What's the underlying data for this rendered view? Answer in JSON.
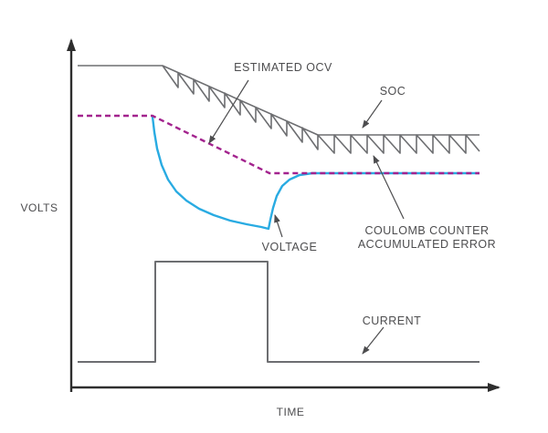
{
  "colors": {
    "axis": "#2e2e2e",
    "gray": "#6d6e71",
    "cyan": "#29abe2",
    "magenta": "#a3238e",
    "text": "#4d4d4f"
  },
  "axes": {
    "y_label": "VOLTS",
    "x_label": "TIME"
  },
  "chart_data": {
    "type": "line",
    "title": "",
    "xlabel": "TIME",
    "ylabel": "VOLTS",
    "x_ticks": [],
    "y_ticks": [],
    "point_space": "screen-pixels",
    "series": [
      {
        "id": "soc-envelope",
        "name": "SOC",
        "color": "gray",
        "width": 1.6,
        "points": [
          [
            85,
            72
          ],
          [
            178,
            72
          ],
          [
            348,
            148
          ],
          [
            525,
            148
          ]
        ]
      },
      {
        "id": "soc-sawtooth",
        "name": "SOC coulomb-counter sawtooth",
        "color": "gray",
        "width": 1.6,
        "points": [
          [
            178,
            72
          ],
          [
            195,
            96
          ],
          [
            195,
            80
          ],
          [
            212,
            103
          ],
          [
            212,
            87
          ],
          [
            229,
            111
          ],
          [
            229,
            95
          ],
          [
            246,
            118
          ],
          [
            246,
            102
          ],
          [
            263,
            126
          ],
          [
            263,
            110
          ],
          [
            280,
            134
          ],
          [
            280,
            118
          ],
          [
            297,
            141
          ],
          [
            297,
            125
          ],
          [
            314,
            149
          ],
          [
            314,
            133
          ],
          [
            331,
            156
          ],
          [
            331,
            140
          ],
          [
            348,
            164
          ],
          [
            348,
            148
          ],
          [
            366,
            168
          ],
          [
            366,
            148
          ],
          [
            384,
            168
          ],
          [
            384,
            148
          ],
          [
            402,
            168
          ],
          [
            402,
            148
          ],
          [
            420,
            168
          ],
          [
            420,
            148
          ],
          [
            438,
            168
          ],
          [
            438,
            148
          ],
          [
            456,
            168
          ],
          [
            456,
            148
          ],
          [
            474,
            168
          ],
          [
            474,
            148
          ],
          [
            492,
            168
          ],
          [
            492,
            148
          ],
          [
            510,
            168
          ],
          [
            510,
            148
          ],
          [
            525,
            166
          ]
        ]
      },
      {
        "id": "current",
        "name": "CURRENT",
        "color": "gray",
        "width": 2,
        "points": [
          [
            85,
            397
          ],
          [
            170,
            397
          ],
          [
            170,
            287
          ],
          [
            293,
            287
          ],
          [
            293,
            397
          ],
          [
            525,
            397
          ]
        ]
      },
      {
        "id": "voltage",
        "name": "VOLTAGE",
        "color": "cyan",
        "width": 2.4,
        "points": [
          [
            167,
            128
          ],
          [
            169,
            145
          ],
          [
            172,
            163
          ],
          [
            177,
            181
          ],
          [
            184,
            197
          ],
          [
            193,
            210
          ],
          [
            204,
            220
          ],
          [
            218,
            229
          ],
          [
            234,
            236
          ],
          [
            252,
            242
          ],
          [
            270,
            246
          ],
          [
            286,
            249
          ],
          [
            294,
            251
          ],
          [
            296,
            241
          ],
          [
            299,
            228
          ],
          [
            303,
            215
          ],
          [
            309,
            204
          ],
          [
            317,
            197
          ],
          [
            328,
            192
          ],
          [
            342,
            190
          ],
          [
            525,
            190
          ]
        ]
      },
      {
        "id": "estimated-ocv",
        "name": "ESTIMATED OCV",
        "color": "magenta",
        "width": 2.4,
        "dash": "6 4",
        "points": [
          [
            85,
            127
          ],
          [
            167,
            127
          ],
          [
            295,
            190
          ],
          [
            525,
            190
          ]
        ]
      }
    ],
    "annotations": [
      {
        "id": "estimated-ocv",
        "label": "ESTIMATED OCV",
        "arrow": {
          "from": [
            272,
            88
          ],
          "to": [
            229,
            157
          ]
        }
      },
      {
        "id": "soc",
        "label": "SOC",
        "arrow": {
          "from": [
            418,
            110
          ],
          "to": [
            397,
            140
          ]
        }
      },
      {
        "id": "coulomb-counter",
        "label": "COULOMB COUNTER\nACCUMULATED ERROR",
        "arrow": {
          "from": [
            442,
            240
          ],
          "to": [
            409,
            171
          ]
        }
      },
      {
        "id": "voltage",
        "label": "VOLTAGE",
        "arrow": {
          "from": [
            309,
            260
          ],
          "to": [
            301,
            236
          ]
        }
      },
      {
        "id": "current",
        "label": "CURRENT",
        "arrow": {
          "from": [
            420,
            359
          ],
          "to": [
            397,
            388
          ]
        }
      }
    ]
  }
}
